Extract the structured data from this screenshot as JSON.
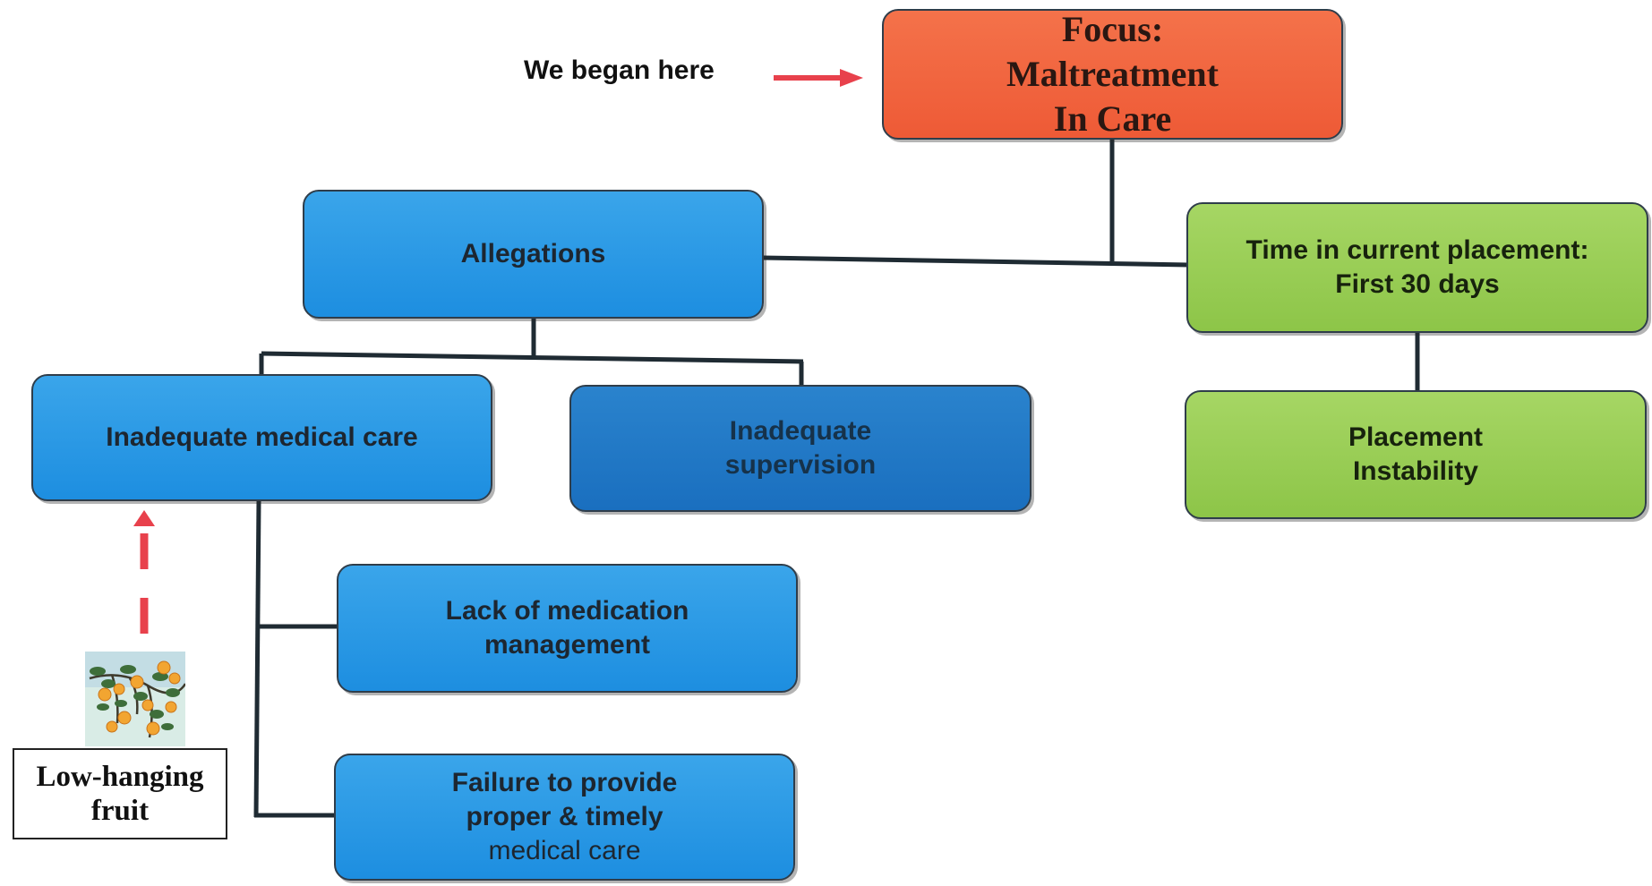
{
  "diagram": {
    "start_note": "We began here",
    "focus": "Focus:\nMaltreatment\nIn Care",
    "allegations": "Allegations",
    "time_in_placement": "Time in current placement:\nFirst 30 days",
    "inadequate_medical_care": "Inadequate medical care",
    "inadequate_supervision": "Inadequate\nsupervision",
    "placement_instability": "Placement\nInstability",
    "lack_of_medication": "Lack of medication\nmanagement",
    "failure_to_provide_line1": "Failure to provide\nproper & timely",
    "failure_to_provide_line2": "medical care",
    "low_hanging_fruit": "Low-hanging\nfruit"
  },
  "colors": {
    "focus_box": "#ee5a36",
    "blue_box": "#2596e5",
    "dark_blue_box": "#1f75c4",
    "green_box": "#94cc50",
    "arrow": "#e8414c",
    "connector": "#1f2b33"
  },
  "icons": {
    "red_arrow": "arrow-right-icon",
    "dashed_up_arrow": "dashed-arrow-up-icon",
    "fruit_tree": "orange-tree-icon"
  }
}
